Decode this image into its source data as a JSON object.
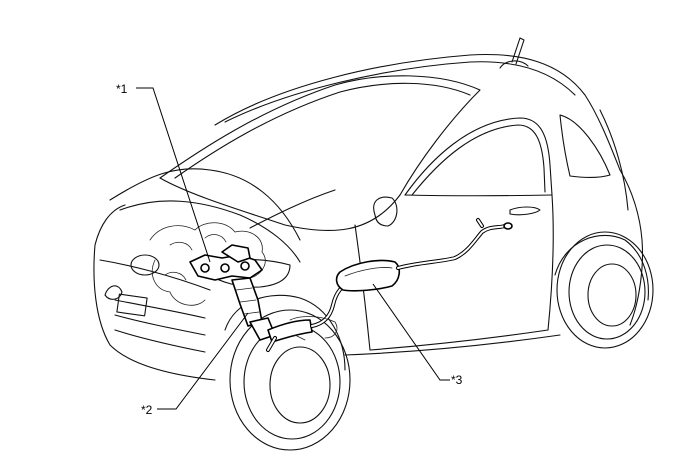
{
  "callouts": {
    "c1": "*1",
    "c2": "*2",
    "c3": "*3"
  }
}
